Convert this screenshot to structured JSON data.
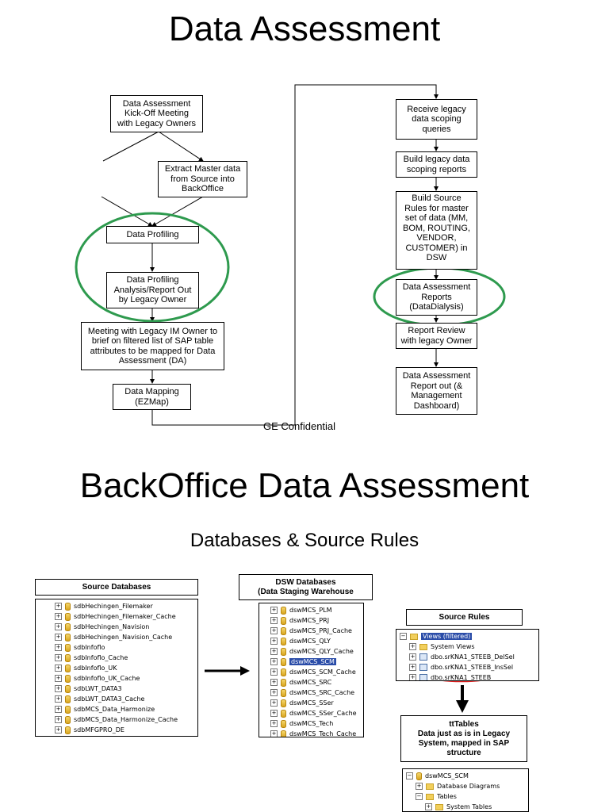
{
  "slide1": {
    "title": "Data Assessment",
    "boxes": {
      "kickoff": "Data Assessment\nKick-Off Meeting\nwith Legacy Owners",
      "extract": "Extract Master data\nfrom Source into\nBackOffice",
      "profiling": "Data Profiling",
      "profiling_analysis": "Data Profiling\nAnalysis/Report Out\nby Legacy Owner",
      "meeting_im": "Meeting with Legacy IM Owner to\nbrief on filtered list of SAP table\nattributes to be mapped for Data\nAssessment (DA)",
      "mapping": "Data Mapping\n(EZMap)",
      "receive": "Receive legacy\ndata scoping\nqueries",
      "build_reports": "Build legacy data\nscoping reports",
      "build_source": "Build Source\nRules for master\nset of data (MM,\nBOM, ROUTING,\nVENDOR,\nCUSTOMER) in\nDSW",
      "da_reports": "Data Assessment\nReports\n(DataDialysis)",
      "report_review": "Report Review\nwith legacy Owner",
      "da_report_out": "Data Assessment\nReport out (&\nManagement\nDashboard)"
    },
    "confidential": "GE Confidential",
    "highlight_color": "#2e9a4e"
  },
  "slide2": {
    "title": "BackOffice Data Assessment",
    "subtitle": "Databases & Source Rules",
    "source_db_header": "Source Databases",
    "source_dbs": [
      "sdbHechingen_Filemaker",
      "sdbHechingen_Filemaker_Cache",
      "sdbHechingen_Navision",
      "sdbHechingen_Navision_Cache",
      "sdbInfoflo",
      "sdbInfoflo_Cache",
      "sdbInfoflo_UK",
      "sdbInfoflo_UK_Cache",
      "sdbLWT_DATA3",
      "sdbLWT_DATA3_Cache",
      "sdbMCS_Data_Harmonize",
      "sdbMCS_Data_Harmonize_Cache",
      "sdbMFGPRO_DE"
    ],
    "dsw_header": "DSW Databases\n(Data Staging Warehouse",
    "dsw_dbs": [
      "dswMCS_PLM",
      "dswMCS_PRJ",
      "dswMCS_PRJ_Cache",
      "dswMCS_QLY",
      "dswMCS_QLY_Cache",
      "dswMCS_SCM",
      "dswMCS_SCM_Cache",
      "dswMCS_SRC",
      "dswMCS_SRC_Cache",
      "dswMCS_SSer",
      "dswMCS_SSer_Cache",
      "dswMCS_Tech",
      "dswMCS_Tech_Cache"
    ],
    "dsw_selected_index": 5,
    "source_rules_header": "Source Rules",
    "rules_tree": {
      "views": "Views (filtered)",
      "system_views": "System Views",
      "items": [
        "dbo.srKNA1_STEEB_DelSel",
        "dbo.srKNA1_STEEB_InsSel",
        "dbo.srKNA1_STEEB"
      ]
    },
    "tttables_header": "ttTables\nData just as is in Legacy\nSystem, mapped in SAP\nstructure",
    "scm_tree": {
      "root": "dswMCS_SCM",
      "items": [
        "Database Diagrams",
        "Tables",
        "System Tables"
      ]
    },
    "highlight_color": "#e02020"
  }
}
